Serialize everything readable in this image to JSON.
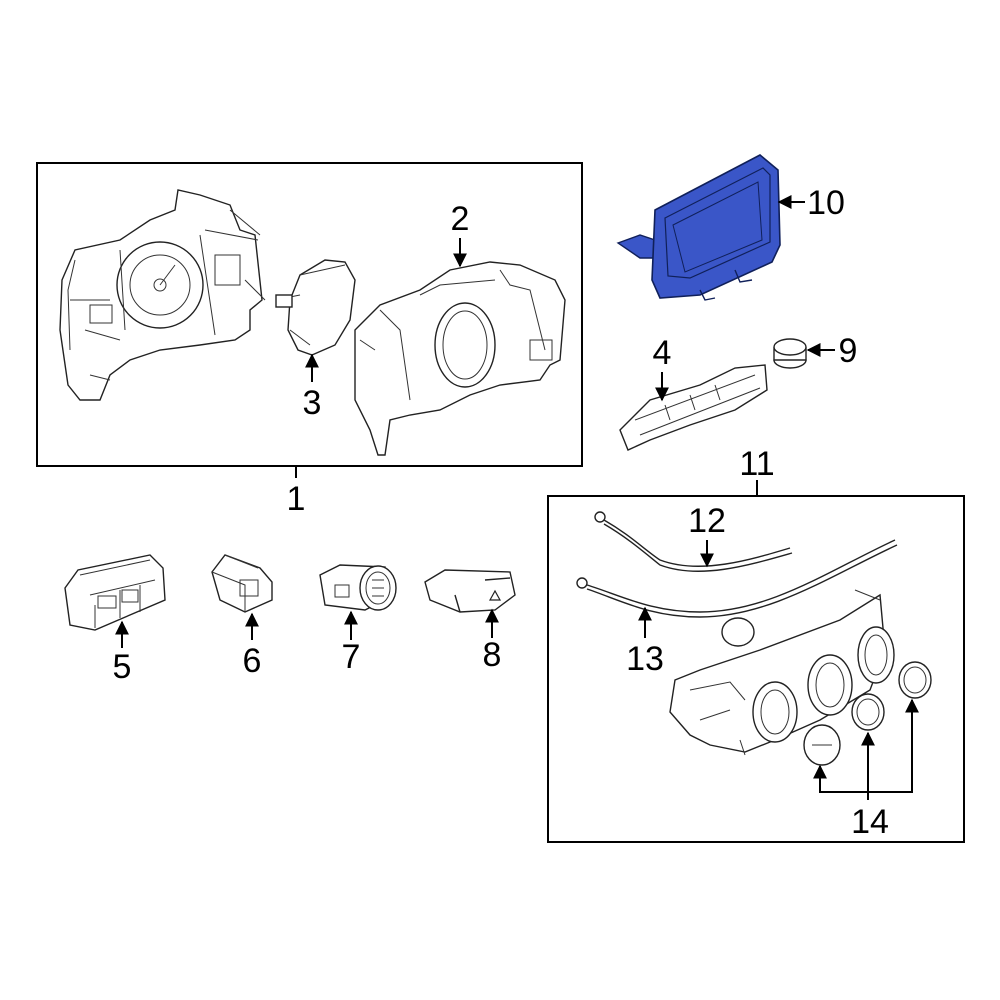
{
  "highlight_color": "#3a56c8",
  "callouts": {
    "c1": "1",
    "c2": "2",
    "c3": "3",
    "c4": "4",
    "c5": "5",
    "c6": "6",
    "c7": "7",
    "c8": "8",
    "c9": "9",
    "c10": "10",
    "c11": "11",
    "c12": "12",
    "c13": "13",
    "c14": "14"
  }
}
